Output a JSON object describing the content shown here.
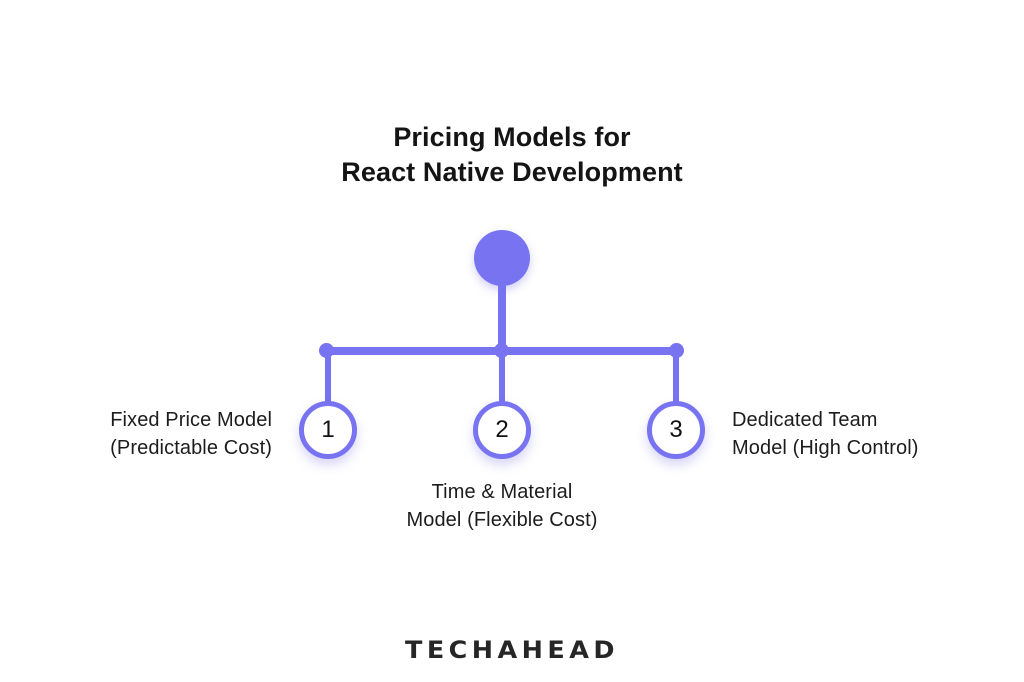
{
  "title": {
    "line1": "Pricing Models for",
    "line2": "React Native Development"
  },
  "colors": {
    "accent": "#7873F0",
    "text": "#1A1A1A",
    "background": "#FFFFFF",
    "node_fill": "#FFFFFF"
  },
  "diagram": {
    "type": "tree",
    "root": {
      "shape": "filled-circle",
      "label": ""
    },
    "branches": [
      {
        "number": "1",
        "label_line1": "Fixed Price Model",
        "label_line2": "(Predictable Cost)",
        "label_position": "left"
      },
      {
        "number": "2",
        "label_line1": "Time & Material",
        "label_line2": "Model (Flexible Cost)",
        "label_position": "below"
      },
      {
        "number": "3",
        "label_line1": "Dedicated Team",
        "label_line2": "Model (High Control)",
        "label_position": "right"
      }
    ]
  },
  "footer": {
    "logo_text": "TECHAHEAD"
  }
}
